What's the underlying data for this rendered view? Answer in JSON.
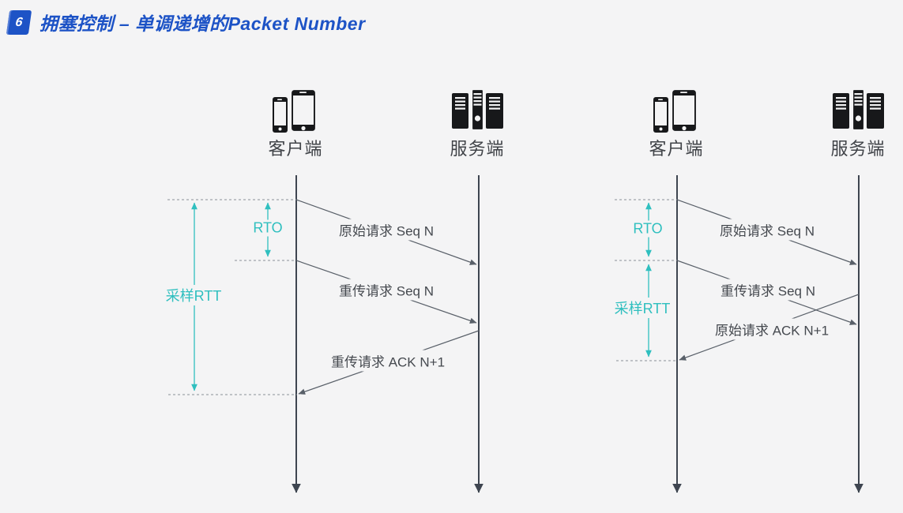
{
  "header": {
    "badge_number": "6",
    "title": "拥塞控制 – 单调递增的Packet Number"
  },
  "colors": {
    "accent_blue": "#1d53c6",
    "teal": "#2fbfbf",
    "lifeline": "#3e4550",
    "arrow": "#596069",
    "text_dark": "#45494f",
    "background": "#f4f4f5",
    "icon_black": "#17181a",
    "dash_gray": "#8a8f96"
  },
  "icons": {
    "client": "smartphones-icon",
    "server": "server-rack-icon"
  },
  "diagrams": [
    {
      "name": "retransmission-ambiguity-left",
      "client_label": "客户端",
      "server_label": "服务端",
      "rto_label": "RTO",
      "rtt_label": "采样RTT",
      "messages": [
        {
          "label": "原始请求 Seq N",
          "direction": "client-to-server"
        },
        {
          "label": "重传请求 Seq N",
          "direction": "client-to-server"
        },
        {
          "label": "重传请求 ACK N+1",
          "direction": "server-to-client"
        }
      ]
    },
    {
      "name": "retransmission-ambiguity-right",
      "client_label": "客户端",
      "server_label": "服务端",
      "rto_label": "RTO",
      "rtt_label": "采样RTT",
      "messages": [
        {
          "label": "原始请求 Seq N",
          "direction": "client-to-server"
        },
        {
          "label": "重传请求 Seq N",
          "direction": "client-to-server"
        },
        {
          "label": "原始请求 ACK N+1",
          "direction": "server-to-client"
        }
      ]
    }
  ]
}
